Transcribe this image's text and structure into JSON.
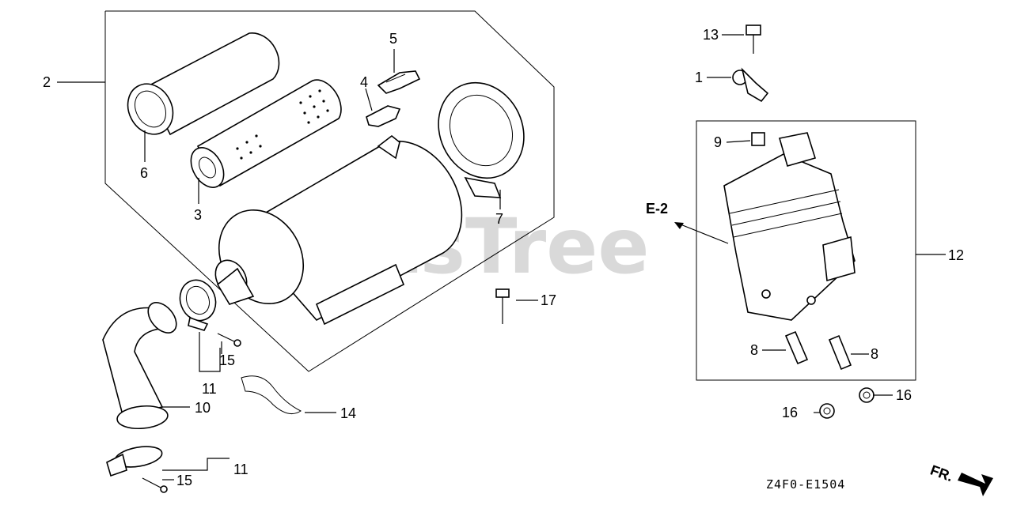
{
  "watermark": "PartsTree",
  "diagram_code": "Z4F0-E1504",
  "direction_label": "FR.",
  "reference_label": "E-2",
  "callouts": [
    "2",
    "6",
    "3",
    "5",
    "4",
    "7",
    "17",
    "15",
    "11",
    "10",
    "14",
    "11",
    "15",
    "13",
    "1",
    "9",
    "12",
    "8",
    "8",
    "16",
    "16"
  ]
}
